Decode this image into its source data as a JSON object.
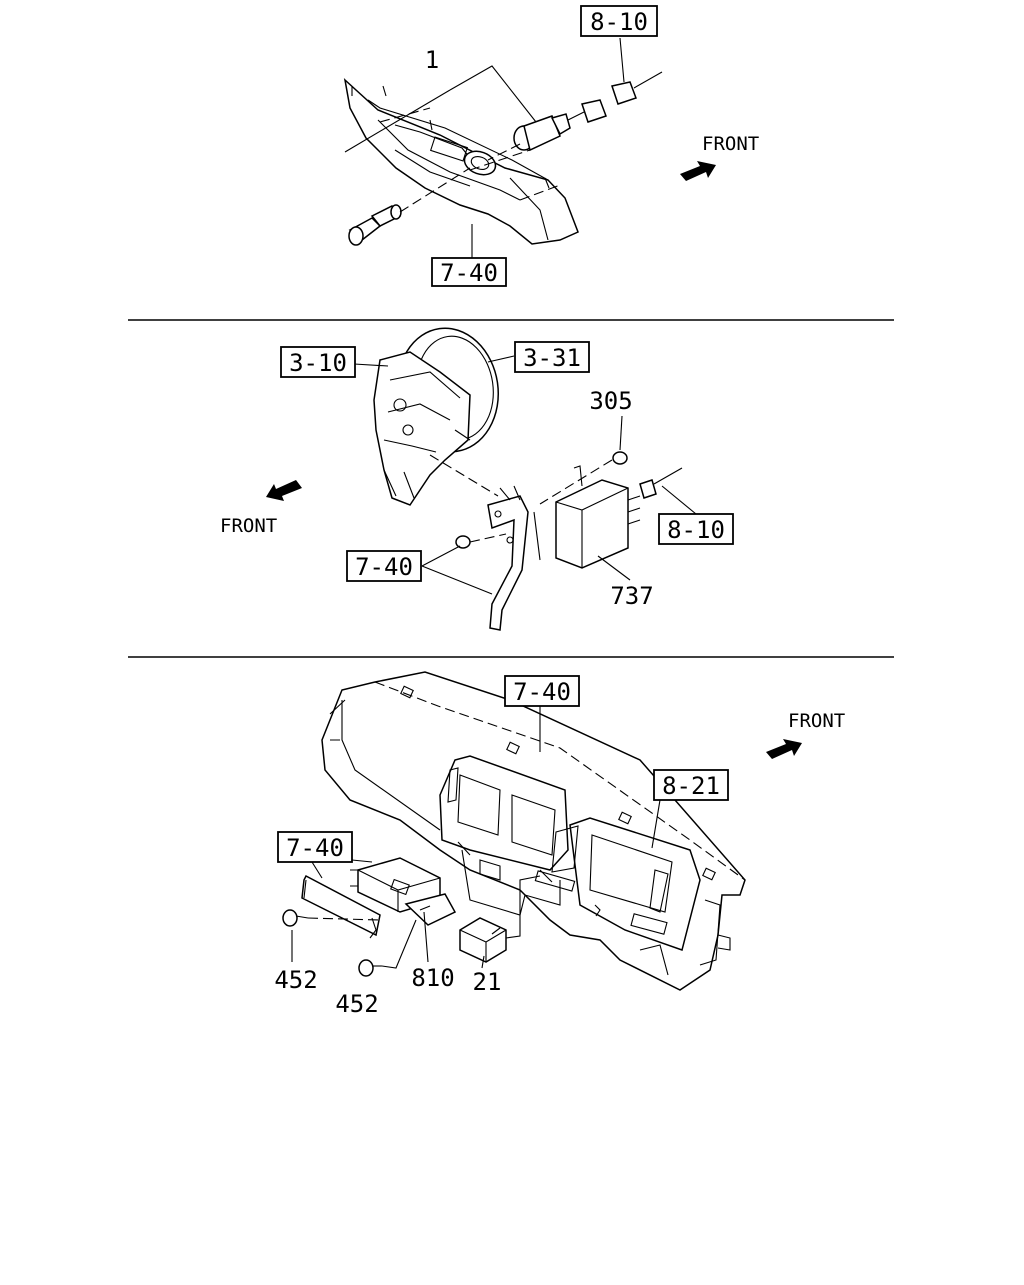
{
  "sections": [
    {
      "id": "switch-panel",
      "front_label": "FRONT",
      "callouts": [
        {
          "text": "8-10",
          "boxed": true
        },
        {
          "text": "1",
          "boxed": false
        },
        {
          "text": "7-40",
          "boxed": true
        }
      ]
    },
    {
      "id": "pedal-module",
      "front_label": "FRONT",
      "callouts": [
        {
          "text": "3-10",
          "boxed": true
        },
        {
          "text": "3-31",
          "boxed": true
        },
        {
          "text": "305",
          "boxed": false
        },
        {
          "text": "8-10",
          "boxed": true
        },
        {
          "text": "7-40",
          "boxed": true
        },
        {
          "text": "737",
          "boxed": false
        }
      ]
    },
    {
      "id": "instrument-panel",
      "front_label": "FRONT",
      "callouts": [
        {
          "text": "7-40",
          "boxed": true
        },
        {
          "text": "8-21",
          "boxed": true
        },
        {
          "text": "7-40",
          "boxed": true
        },
        {
          "text": "452",
          "boxed": false
        },
        {
          "text": "452",
          "boxed": false
        },
        {
          "text": "810",
          "boxed": false
        },
        {
          "text": "21",
          "boxed": false
        }
      ]
    }
  ]
}
